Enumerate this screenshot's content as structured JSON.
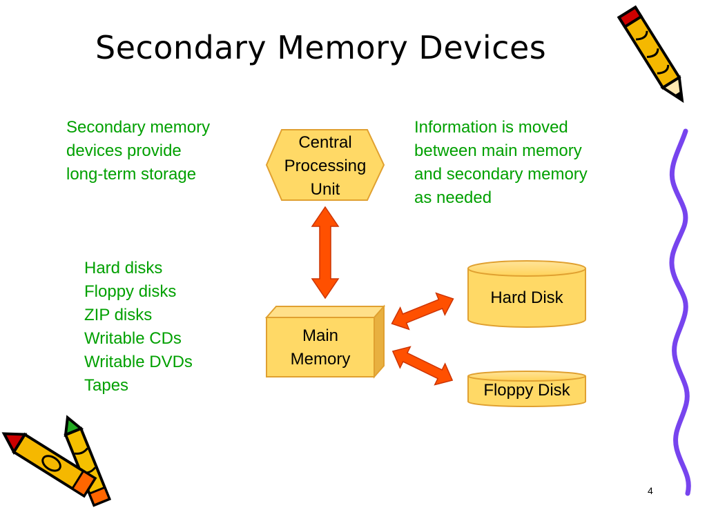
{
  "slide": {
    "title": "Secondary Memory Devices",
    "note_left": [
      "Secondary memory",
      "devices provide",
      "long-term storage"
    ],
    "note_right": [
      "Information is moved",
      "between main memory",
      "and secondary memory",
      "as needed"
    ],
    "device_list": [
      "Hard disks",
      "Floppy disks",
      "ZIP disks",
      "Writable CDs",
      "Writable DVDs",
      "Tapes"
    ],
    "cpu_label": [
      "Central",
      "Processing",
      "Unit"
    ],
    "memory_label": [
      "Main",
      "Memory"
    ],
    "hard_disk_label": "Hard Disk",
    "floppy_disk_label": "Floppy Disk",
    "page_number": "4"
  },
  "colors": {
    "text_green": "#00a000",
    "shape_fill": "#ffd966",
    "shape_stroke": "#e0a030",
    "arrow_fill": "#ff5000",
    "arrow_stroke": "#cc3300",
    "squiggle": "#7744ee"
  },
  "icons": [
    "pencil-icon",
    "crayon-icon",
    "squiggle-line"
  ]
}
